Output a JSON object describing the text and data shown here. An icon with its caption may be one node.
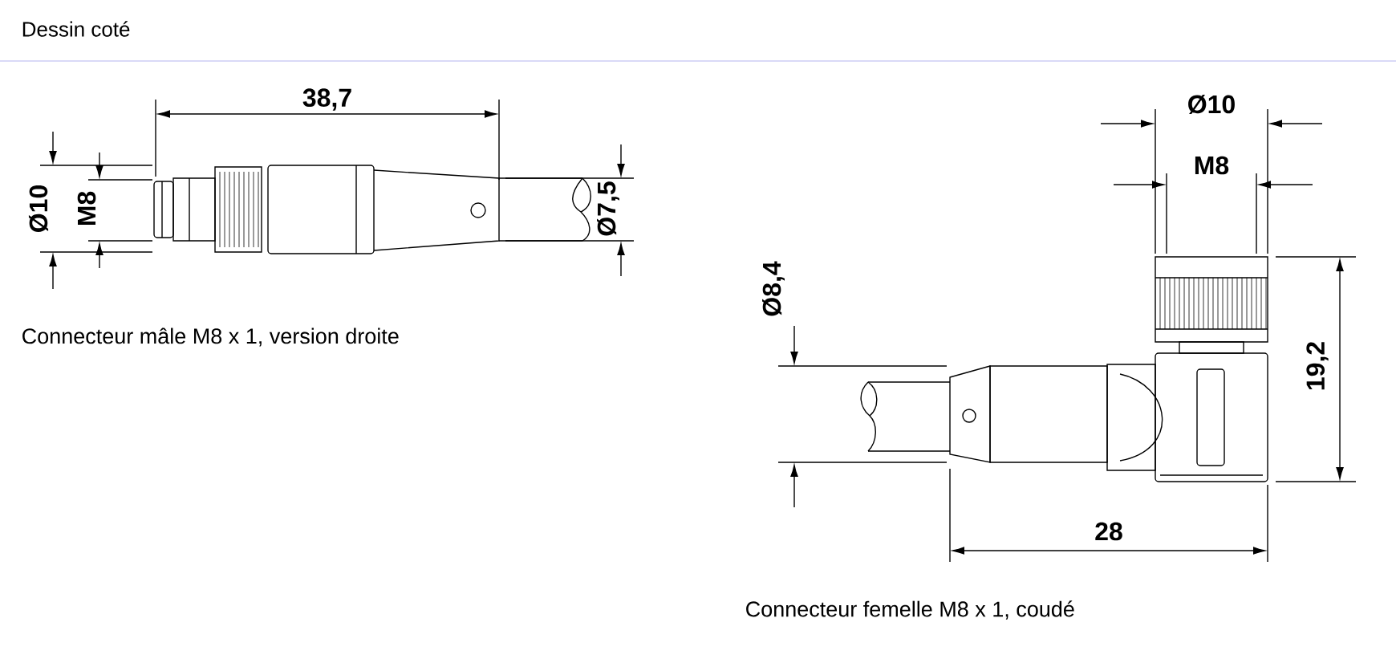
{
  "diagram": {
    "title": "Dessin coté",
    "labels": [
      "38,7",
      "Ø10",
      "M8",
      "Ø7,5",
      "Connecteur mâle M8 x 1, version droite",
      "Ø10",
      "M8",
      "Ø8,4",
      "19,2",
      "28",
      "Connecteur femelle M8 x 1, coudé"
    ]
  }
}
